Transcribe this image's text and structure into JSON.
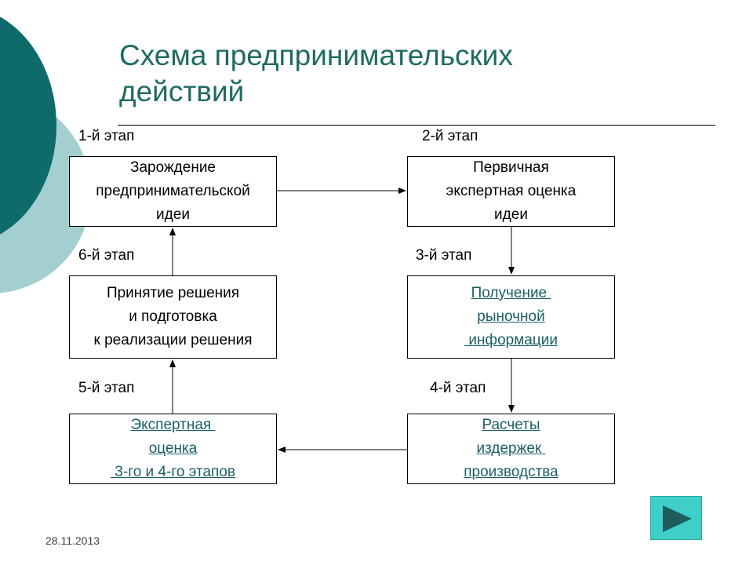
{
  "title": {
    "line1": "Схема предпринимательских",
    "line2": "действий"
  },
  "stages": {
    "s1": "1-й этап",
    "s2": "2-й этап",
    "s3": "3-й этап",
    "s4": "4-й этап",
    "s5": "5-й этап",
    "s6": "6-й этап"
  },
  "boxes": {
    "b1": {
      "lines": [
        "Зарождение",
        "предпринимательской",
        "идеи"
      ]
    },
    "b2": {
      "lines": [
        "Первичная",
        "экспертная оценка",
        "идеи"
      ]
    },
    "b3": {
      "lines": [
        "Получение ",
        "рыночной",
        " информации"
      ]
    },
    "b4": {
      "lines": [
        "Расчеты",
        "издержек ",
        "производства"
      ]
    },
    "b5": {
      "lines": [
        "Экспертная ",
        "оценка",
        " 3-го и 4-го этапов"
      ]
    },
    "b6": {
      "lines": [
        "Принятие решения",
        "и подготовка",
        "к реализации решения"
      ]
    }
  },
  "footer": {
    "date": "28.11.2013"
  },
  "nav": {
    "next_icon": "play-triangle-icon",
    "colors": {
      "button_bg": "#3dcfc8",
      "triangle": "#1f5c5c"
    }
  },
  "colors": {
    "title": "#1f6b63",
    "link_text": "#1a5f66",
    "deco_dark": "#0f6b6b",
    "deco_light": "#a3cfd0"
  }
}
